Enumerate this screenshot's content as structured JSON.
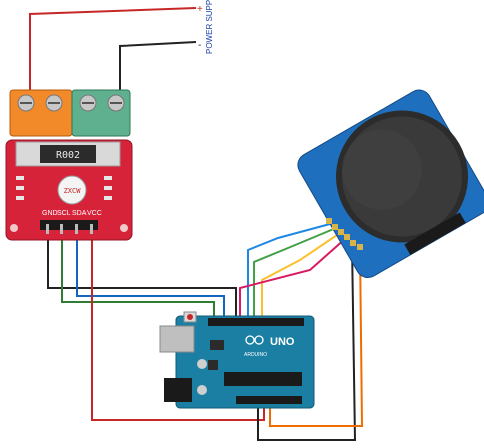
{
  "supply": {
    "plus": "+",
    "minus": "-",
    "label": "POWER SUPPLY"
  },
  "sensor": {
    "shunt_label": "R002",
    "chip_label": "ZXCW",
    "pins": [
      "GND",
      "SCL",
      "SDA",
      "VCC"
    ]
  },
  "arduino": {
    "logo": "UNO",
    "brand": "ARDUINO"
  },
  "colors": {
    "supply_pos": "#c62828",
    "supply_neg": "#222222",
    "gnd": "#1565c0",
    "scl": "#2e7d32",
    "sda": "#757575",
    "vcc": "#d32f2f",
    "display_1": "#1e88e5",
    "display_2": "#43a047",
    "display_3": "#fbc02d",
    "display_4": "#d81b60",
    "display_5": "#222222",
    "display_6": "#ef6c00"
  }
}
